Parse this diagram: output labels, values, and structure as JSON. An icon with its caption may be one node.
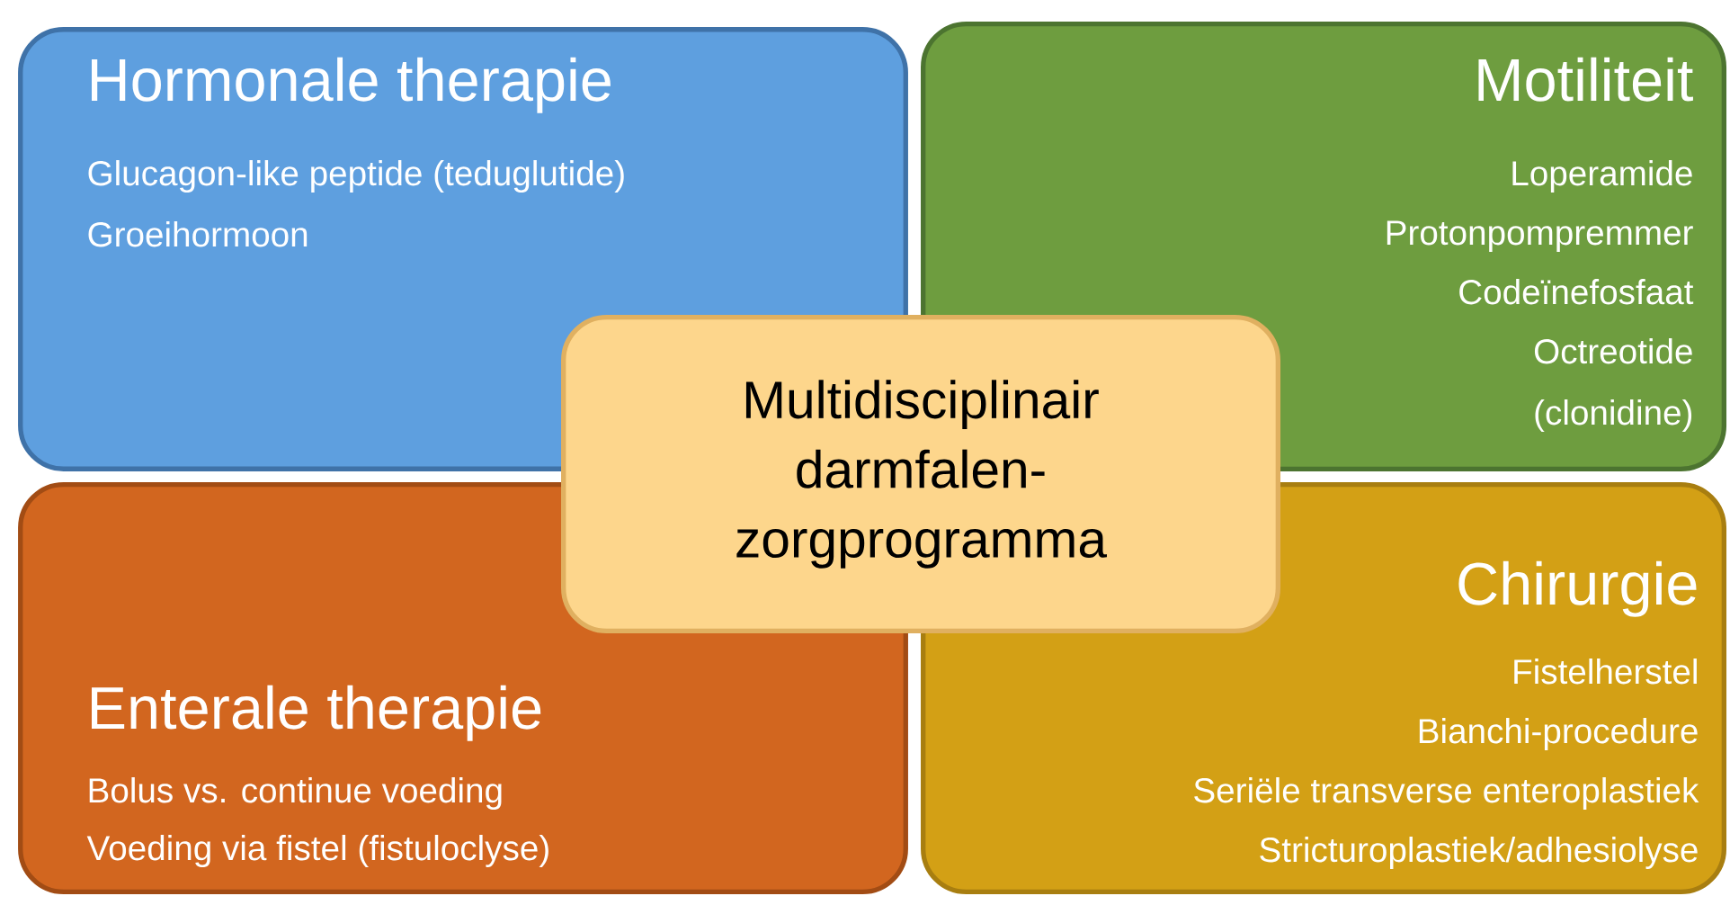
{
  "diagram": {
    "nodes": [
      {
        "text": [
          "Hormonale therapie",
          "Glucagon-like peptide (teduglutide)",
          "Groeihormoon"
        ]
      },
      {
        "text": [
          "Motiliteit",
          "Loperamide",
          "Protonpompremmer",
          "Codeïnefosfaat",
          "Octreotide",
          "(clonidine)"
        ]
      },
      {
        "text": [
          "Multidisciplinair darmfalen-zorgprogramma"
        ]
      },
      {
        "text": [
          "Enterale therapie",
          "Bolus vs. continue voeding",
          "Voeding via fistel (fistuloclyse)"
        ]
      },
      {
        "text": [
          "Chirurgie",
          "Fistelherstel",
          "Bianchi-procedure",
          "Seriële transverse enteroplastiek",
          "Stricturoplastiek/adhesiolyse"
        ]
      }
    ]
  }
}
